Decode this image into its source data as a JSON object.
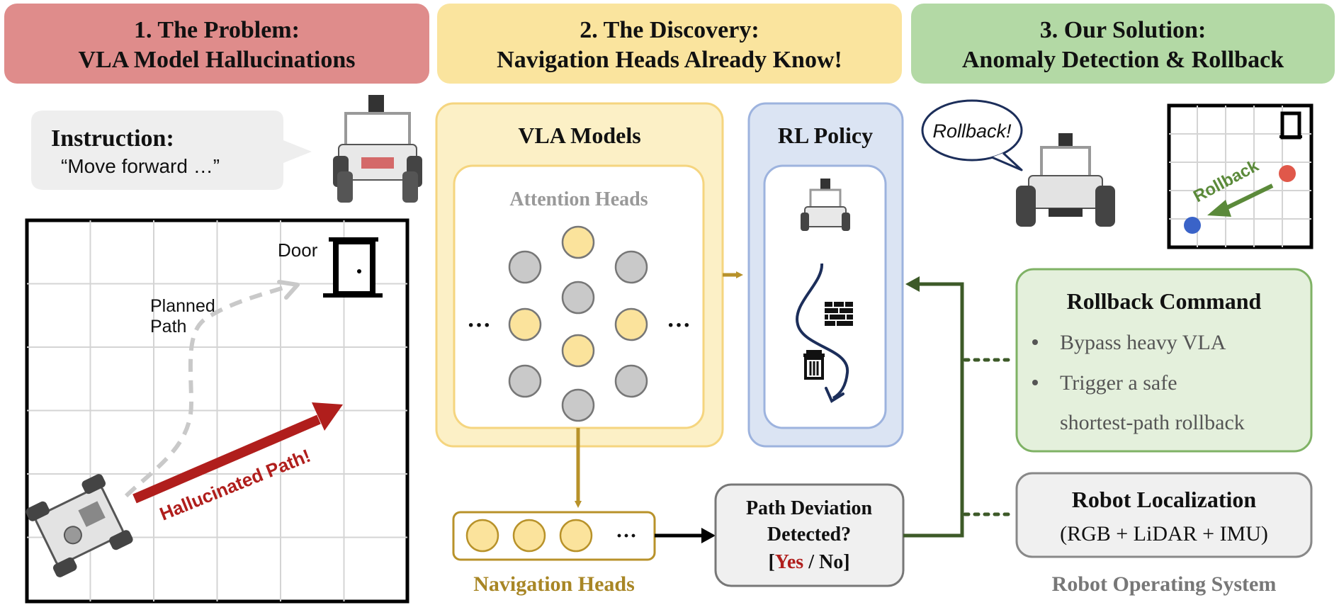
{
  "headers": {
    "problem": {
      "line1": "1. The Problem:",
      "line2": "VLA Model Hallucinations"
    },
    "discovery": {
      "line1": "2. The Discovery:",
      "line2": "Navigation Heads Already Know!"
    },
    "solution": {
      "line1": "3. Our Solution:",
      "line2": "Anomaly Detection & Rollback"
    }
  },
  "problem": {
    "instruction_label": "Instruction:",
    "instruction_text": "“Move forward …”",
    "door_label": "Door",
    "planned_path_line1": "Planned",
    "planned_path_line2": "Path",
    "hallucinated_label": "Hallucinated Path!"
  },
  "discovery": {
    "vla_title": "VLA Models",
    "attention_heads_label": "Attention Heads",
    "ellipsis": "···",
    "rl_title": "RL Policy",
    "navigation_heads_label": "Navigation Heads",
    "deviation_line1": "Path Deviation",
    "deviation_line2": "Detected?",
    "deviation_yes": "Yes",
    "deviation_no": "No",
    "deviation_open": "[",
    "deviation_sep": " / ",
    "deviation_close": "]"
  },
  "solution": {
    "rollback_bubble": "Rollback!",
    "map_rollback_label": "Rollback",
    "command_title": "Rollback Command",
    "command_items": [
      "Bypass heavy VLA",
      "Trigger a safe",
      "shortest-path rollback"
    ],
    "localization_title": "Robot Localization",
    "localization_text": "(RGB + LiDAR + IMU)",
    "ros_label": "Robot Operating System"
  },
  "colors": {
    "problem_header": "#df8c8b",
    "discovery_header": "#fae49e",
    "solution_header": "#b3d9a5",
    "head_yellow": "#fbe39c",
    "head_gray": "#c9c9c9",
    "gold": "#b8922a",
    "hallucination_red": "#b01e1c",
    "rollback_green": "#5b8a3a",
    "dark_green": "#3d5a28",
    "path_navy": "#1c2e5a"
  }
}
